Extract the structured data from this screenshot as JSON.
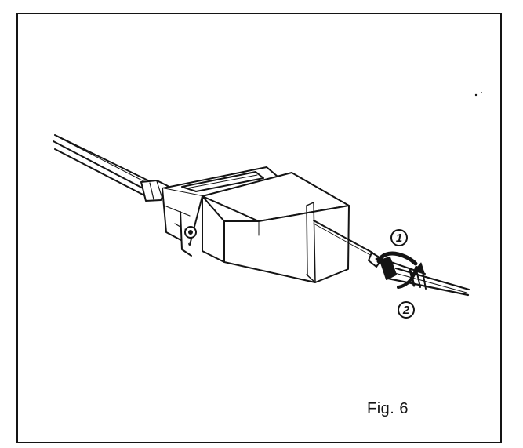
{
  "figure": {
    "label": "Fig. 6",
    "callouts": [
      {
        "text": "1"
      },
      {
        "text": "2"
      }
    ]
  },
  "colors": {
    "ink": "#141414",
    "paper": "#ffffff"
  },
  "icons": {
    "step1": "circled-number-icon",
    "step2": "circled-number-icon"
  }
}
